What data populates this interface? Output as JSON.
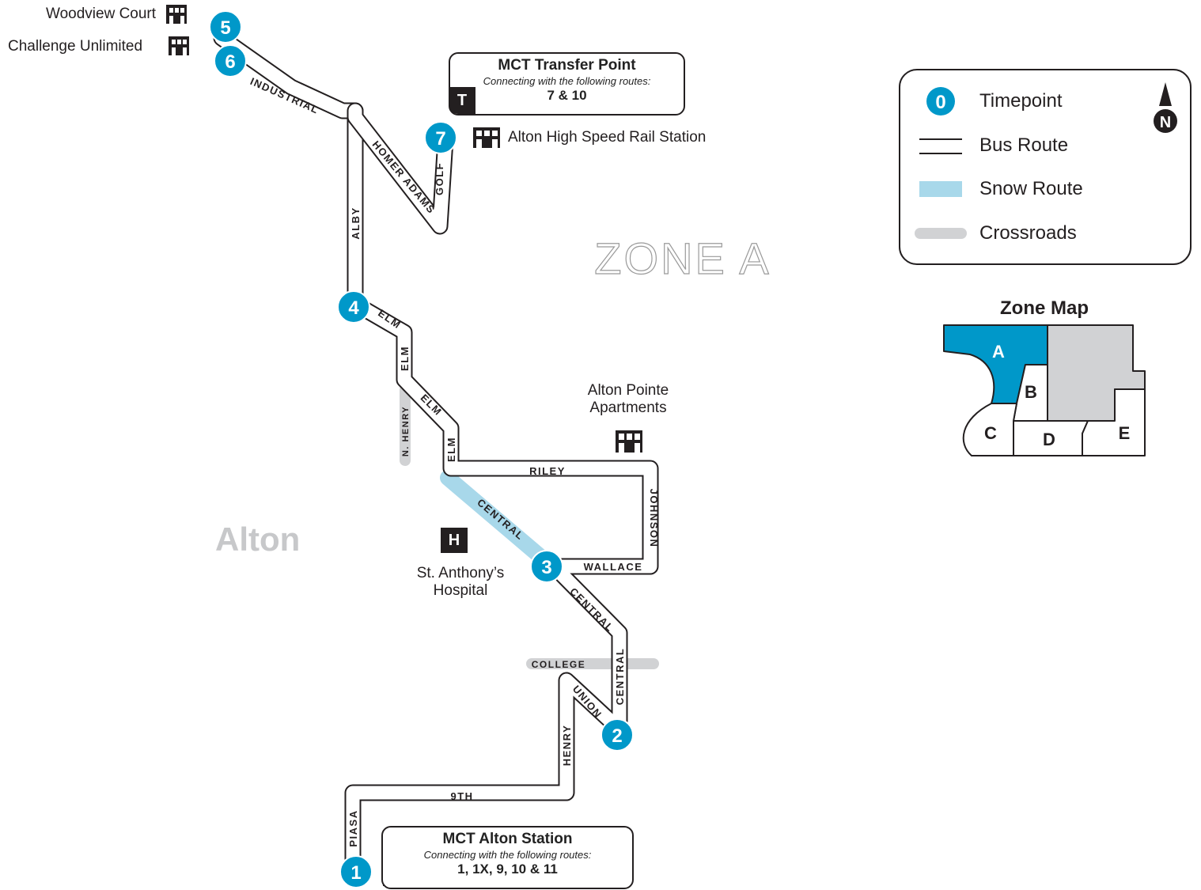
{
  "colors": {
    "route": "#231f20",
    "timepoint": "#0098c9",
    "snow": "#a8d8ea",
    "crossroads": "#d1d2d4",
    "zone_a": "#0098c9",
    "zone_gray": "#d1d2d4"
  },
  "places": {
    "woodview": "Woodview Court",
    "challenge": "Challenge Unlimited",
    "rail": "Alton High Speed Rail Station",
    "pointe_line1": "Alton Pointe",
    "pointe_line2": "Apartments",
    "hospital_line1": "St. Anthony’s",
    "hospital_line2": "Hospital",
    "hospital_symbol": "H",
    "city": "Alton",
    "zone": "ZONE A"
  },
  "transfer_point": {
    "symbol": "T",
    "title": "MCT Transfer Point",
    "subtitle": "Connecting with the following routes:",
    "routes": "7 & 10"
  },
  "alton_station": {
    "title": "MCT Alton Station",
    "subtitle": "Connecting with the following routes:",
    "routes": "1, 1X, 9, 10 & 11"
  },
  "timepoints": [
    "1",
    "2",
    "3",
    "4",
    "5",
    "6",
    "7"
  ],
  "streets": {
    "industrial": "INDUSTRIAL",
    "alby": "ALBY",
    "homer_adams": "HOMER ADAMS",
    "golf": "GOLF",
    "elm": "ELM",
    "n_henry": "N. HENRY",
    "riley": "RILEY",
    "johnson": "JOHNSON",
    "central": "CENTRAL",
    "wallace": "WALLACE",
    "college": "COLLEGE",
    "union": "UNION",
    "henry": "HENRY",
    "ninth": "9TH",
    "piasa": "PIASA"
  },
  "legend": {
    "timepoint_symbol": "0",
    "timepoint": "Timepoint",
    "bus_route": "Bus Route",
    "snow_route": "Snow Route",
    "crossroads": "Crossroads",
    "north": "N"
  },
  "zone_map": {
    "title": "Zone Map",
    "zones": [
      "A",
      "B",
      "C",
      "D",
      "E"
    ]
  }
}
